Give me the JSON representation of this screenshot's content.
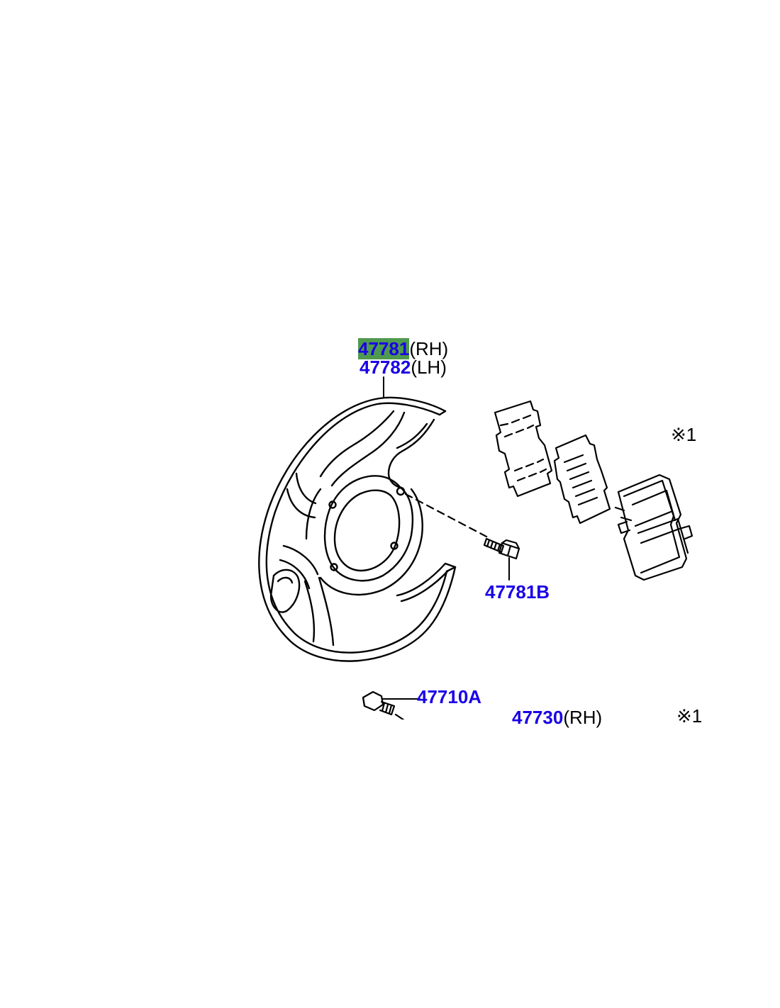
{
  "colors": {
    "part_link": "#1a00e6",
    "highlight": "#4f9a4f",
    "line": "#000000",
    "background": "#ffffff"
  },
  "labels": {
    "cover_rh_part": "47781",
    "cover_rh_side": "(RH)",
    "cover_lh_part": "47782",
    "cover_lh_side": "(LH)",
    "bolt_part": "47781B",
    "pad_note": "※1",
    "lower_bolt_part": "47710A",
    "caliper_part": "47730",
    "caliper_side": "(RH)",
    "lower_note": "※1"
  }
}
